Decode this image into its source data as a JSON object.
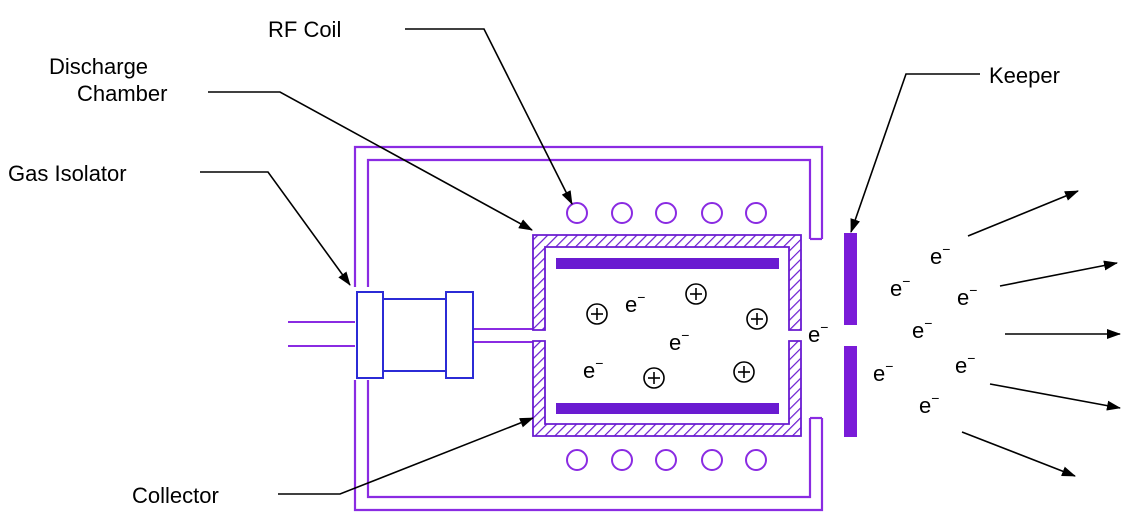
{
  "labels": {
    "rf_coil": "RF Coil",
    "discharge_chamber": [
      "Discharge",
      "Chamber"
    ],
    "gas_isolator": "Gas Isolator",
    "keeper": "Keeper",
    "collector": "Collector"
  },
  "symbols": {
    "electron": "e",
    "electron_sup": "−",
    "ion": "+"
  },
  "colors": {
    "housing": "#8a2be2",
    "chamber": "#6a1bd1",
    "isolator": "#2b2bd6",
    "ink": "#000000"
  }
}
